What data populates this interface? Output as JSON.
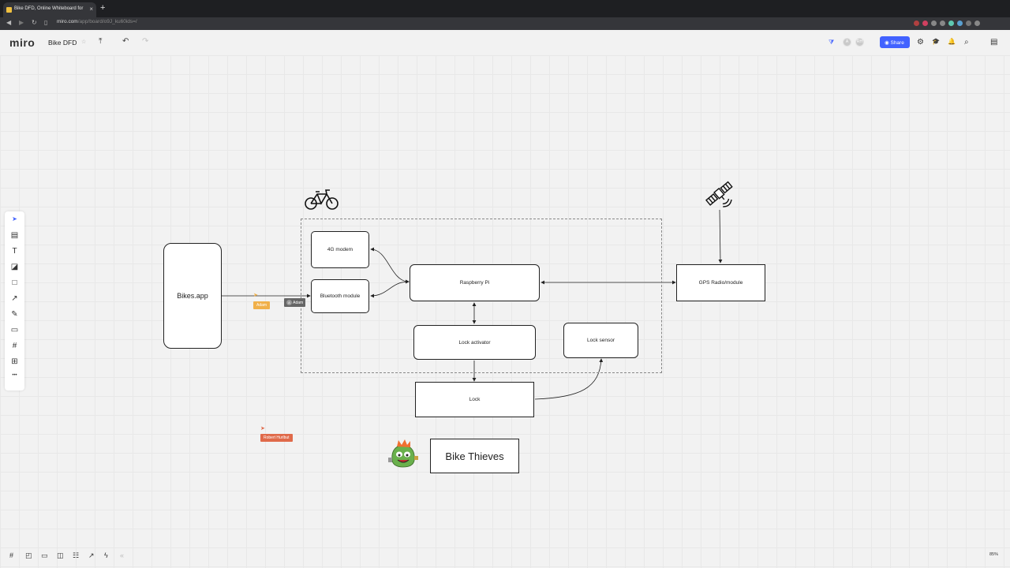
{
  "browser": {
    "tab_title": "Bike DFD, Online Whiteboard for",
    "tab_close": "×",
    "new_tab": "+",
    "url_host": "miro.com",
    "url_path": "/app/board/o9J_ku60ids=/",
    "back": "◀",
    "forward": "▶",
    "reload": "↻",
    "bookmark": "▯",
    "ext_colors": [
      "#b04040",
      "#d04060",
      "#888888",
      "#888888",
      "#5fc8b0",
      "#5aa0d0",
      "#777777",
      "#888888"
    ]
  },
  "header": {
    "logo": "miro",
    "board_name": "Bike DFD",
    "star_icon": "☆",
    "export_icon": "⤒",
    "undo_icon": "↶",
    "redo_icon": "↷",
    "filter_icon": "⧩",
    "avatars": [
      "A",
      "RH"
    ],
    "share_label": "Share",
    "share_icon": "◉",
    "settings_icon": "⚙",
    "learn_icon": "🎓",
    "bell_icon": "🔔",
    "search_icon": "⌕",
    "notes_icon": "▤",
    "brand_color": "#4262ff"
  },
  "left_tools": {
    "select": "➤",
    "templates": "▤",
    "text": "T",
    "sticky": "◪",
    "shape": "□",
    "connector": "↗",
    "pen": "✎",
    "comment": "▭",
    "frame": "#",
    "upload": "⊞",
    "more": "•••"
  },
  "diagram": {
    "bikes_app": "Bikes.app",
    "modem": "4G modem",
    "bluetooth": "Bluetooth module",
    "raspberry": "Raspberry Pi",
    "gps": "GPS Radio/module",
    "lock_activator": "Lock activator",
    "lock_sensor": "Lock sensor",
    "lock": "Lock",
    "thieves": "Bike Thieves",
    "bike_icon": "bicycle-icon",
    "satellite_icon": "satellite-icon",
    "monster_icon": "monster-icon"
  },
  "collaborators": {
    "adam_tag": "Adam",
    "adam_tag2": "Adam",
    "adam_badge": "A",
    "robert_tag": "Robert Hurlbut",
    "adam_color": "#f0b04a",
    "robert_color": "#e06a4a"
  },
  "bottom_tools": {
    "frames": "#",
    "cards": "◰",
    "comments": "▭",
    "screens": "◫",
    "kanban": "☷",
    "reactions": "↗",
    "power": "ϟ",
    "collapse": "«"
  },
  "zoom_level": "85%"
}
